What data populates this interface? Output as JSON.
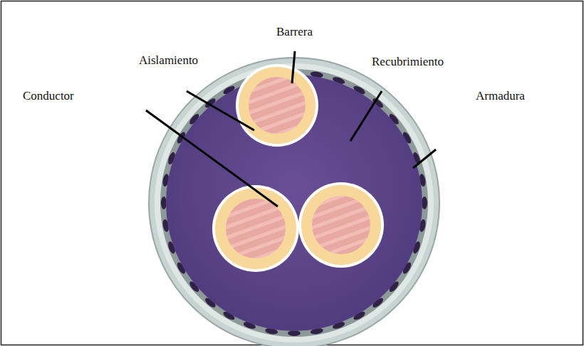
{
  "diagram": {
    "labels": [
      "Barrera",
      "Aislamiento",
      "Recubrimiento",
      "Conductor",
      "Armadura"
    ]
  }
}
